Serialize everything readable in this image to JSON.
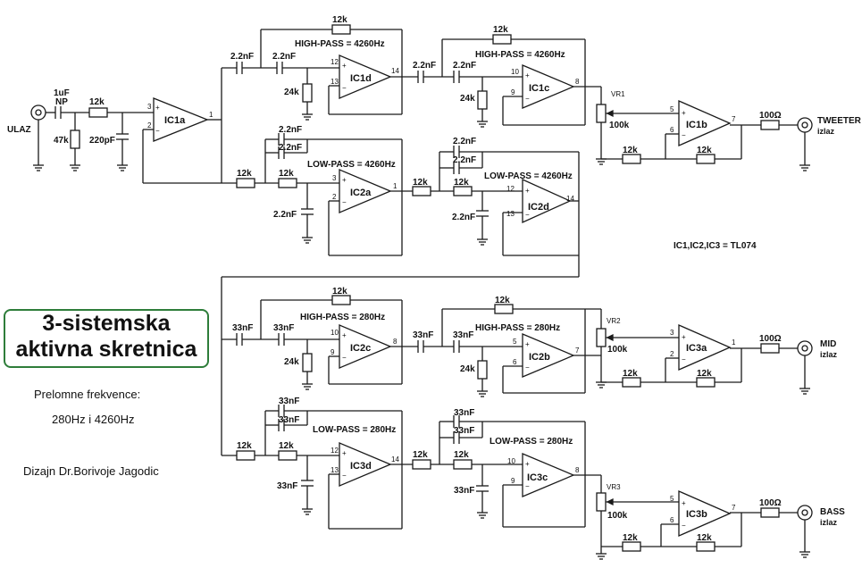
{
  "title": {
    "line1": "3-sistemska",
    "line2": "aktivna skretnica"
  },
  "freq_heading": "Prelomne frekvence:",
  "freq_values": "280Hz i 4260Hz",
  "author": "Dizajn Dr.Borivoje Jagodic",
  "ic_note": "IC1,IC2,IC3 = TL074",
  "input": {
    "label": "ULAZ",
    "cap": "1uF",
    "cap_type": "NP",
    "r_in": "12k",
    "r_gnd": "47k",
    "c_gnd": "220pF"
  },
  "ics": {
    "ic1a": {
      "name": "IC1a",
      "plus": "3",
      "minus": "2",
      "out": "1"
    },
    "ic1d": {
      "name": "IC1d",
      "plus": "12",
      "minus": "13",
      "out": "14"
    },
    "ic1c": {
      "name": "IC1c",
      "plus": "10",
      "minus": "9",
      "out": "8"
    },
    "ic1b": {
      "name": "IC1b",
      "plus": "5",
      "minus": "6",
      "out": "7"
    },
    "ic2a": {
      "name": "IC2a",
      "plus": "3",
      "minus": "2",
      "out": "1"
    },
    "ic2d": {
      "name": "IC2d",
      "plus": "12",
      "minus": "13",
      "out": "14"
    },
    "ic2c": {
      "name": "IC2c",
      "plus": "10",
      "minus": "9",
      "out": "8"
    },
    "ic2b": {
      "name": "IC2b",
      "plus": "5",
      "minus": "6",
      "out": "7"
    },
    "ic3a": {
      "name": "IC3a",
      "plus": "3",
      "minus": "2",
      "out": "1"
    },
    "ic3d": {
      "name": "IC3d",
      "plus": "12",
      "minus": "13",
      "out": "14"
    },
    "ic3c": {
      "name": "IC3c",
      "plus": "10",
      "minus": "9",
      "out": "8"
    },
    "ic3b": {
      "name": "IC3b",
      "plus": "5",
      "minus": "6",
      "out": "7"
    }
  },
  "sections": {
    "hp_high_1": "HIGH-PASS = 4260Hz",
    "hp_high_2": "HIGH-PASS = 4260Hz",
    "lp_high_1": "LOW-PASS = 4260Hz",
    "lp_high_2": "LOW-PASS = 4260Hz",
    "hp_low_1": "HIGH-PASS = 280Hz",
    "hp_low_2": "HIGH-PASS = 280Hz",
    "lp_low_1": "LOW-PASS = 280Hz",
    "lp_low_2": "LOW-PASS = 280Hz"
  },
  "parts": {
    "r12k": "12k",
    "r24k": "24k",
    "r100": "100Ω",
    "c2n2": "2.2nF",
    "c33n": "33nF",
    "pot": "100k"
  },
  "pots": {
    "vr1": "VR1",
    "vr2": "VR2",
    "vr3": "VR3"
  },
  "outputs": {
    "tweeter": {
      "label": "TWEETER",
      "sub": "izlaz"
    },
    "mid": {
      "label": "MID",
      "sub": "izlaz"
    },
    "bass": {
      "label": "BASS",
      "sub": "izlaz"
    }
  }
}
